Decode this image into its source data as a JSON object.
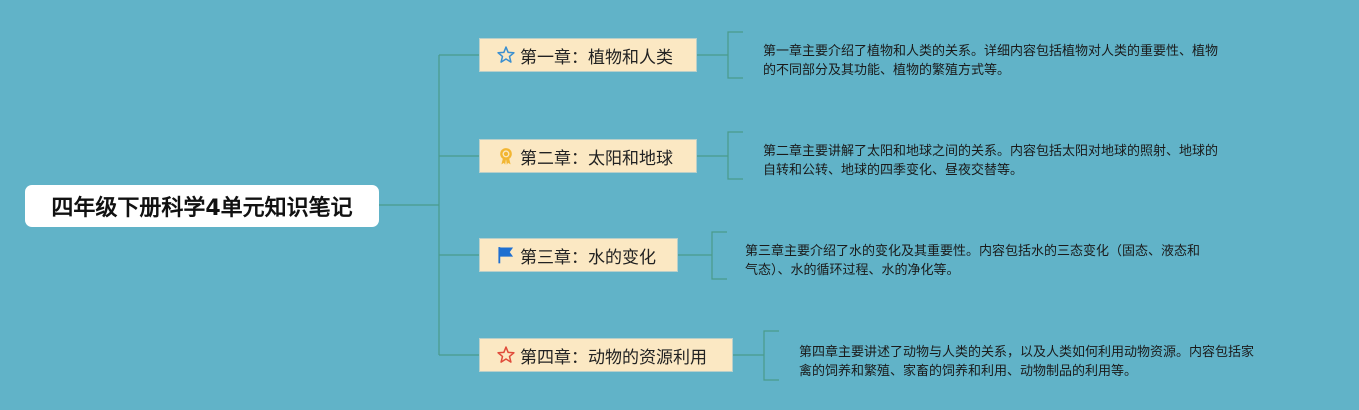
{
  "mindmap": {
    "root": {
      "text": "四年级下册科学4单元知识笔记"
    },
    "chapters": [
      {
        "title": "第一章：植物和人类",
        "icon": "star-outline-icon",
        "icon_color": "#3a8fd0",
        "description_lines": [
          "第一章主要介绍了植物和人类的关系。详细内容包括植物对人类的重要性、植物",
          "的不同部分及其功能、植物的繁殖方式等。"
        ]
      },
      {
        "title": "第二章：太阳和地球",
        "icon": "medal-ribbon-icon",
        "icon_color": "#f2b632",
        "description_lines": [
          "第二章主要讲解了太阳和地球之间的关系。内容包括太阳对地球的照射、地球的",
          "自转和公转、地球的四季变化、昼夜交替等。"
        ]
      },
      {
        "title": "第三章：水的变化",
        "icon": "blue-flag-icon",
        "icon_color": "#1e6fd1",
        "description_lines": [
          "第三章主要介绍了水的变化及其重要性。内容包括水的三态变化（固态、液态和",
          "气态）、水的循环过程、水的净化等。"
        ]
      },
      {
        "title": "第四章：动物的资源利用",
        "icon": "red-star-outline-icon",
        "icon_color": "#e04b3a",
        "description_lines": [
          "第四章主要讲述了动物与人类的关系，以及人类如何利用动物资源。内容包括家",
          "禽的饲养和繁殖、家畜的饲养和利用、动物制品的利用等。"
        ]
      }
    ],
    "colors": {
      "background": "#61b3c8",
      "connector": "#4a9a8a",
      "chapter_fill": "#fbe8c3",
      "root_fill": "#ffffff"
    }
  }
}
